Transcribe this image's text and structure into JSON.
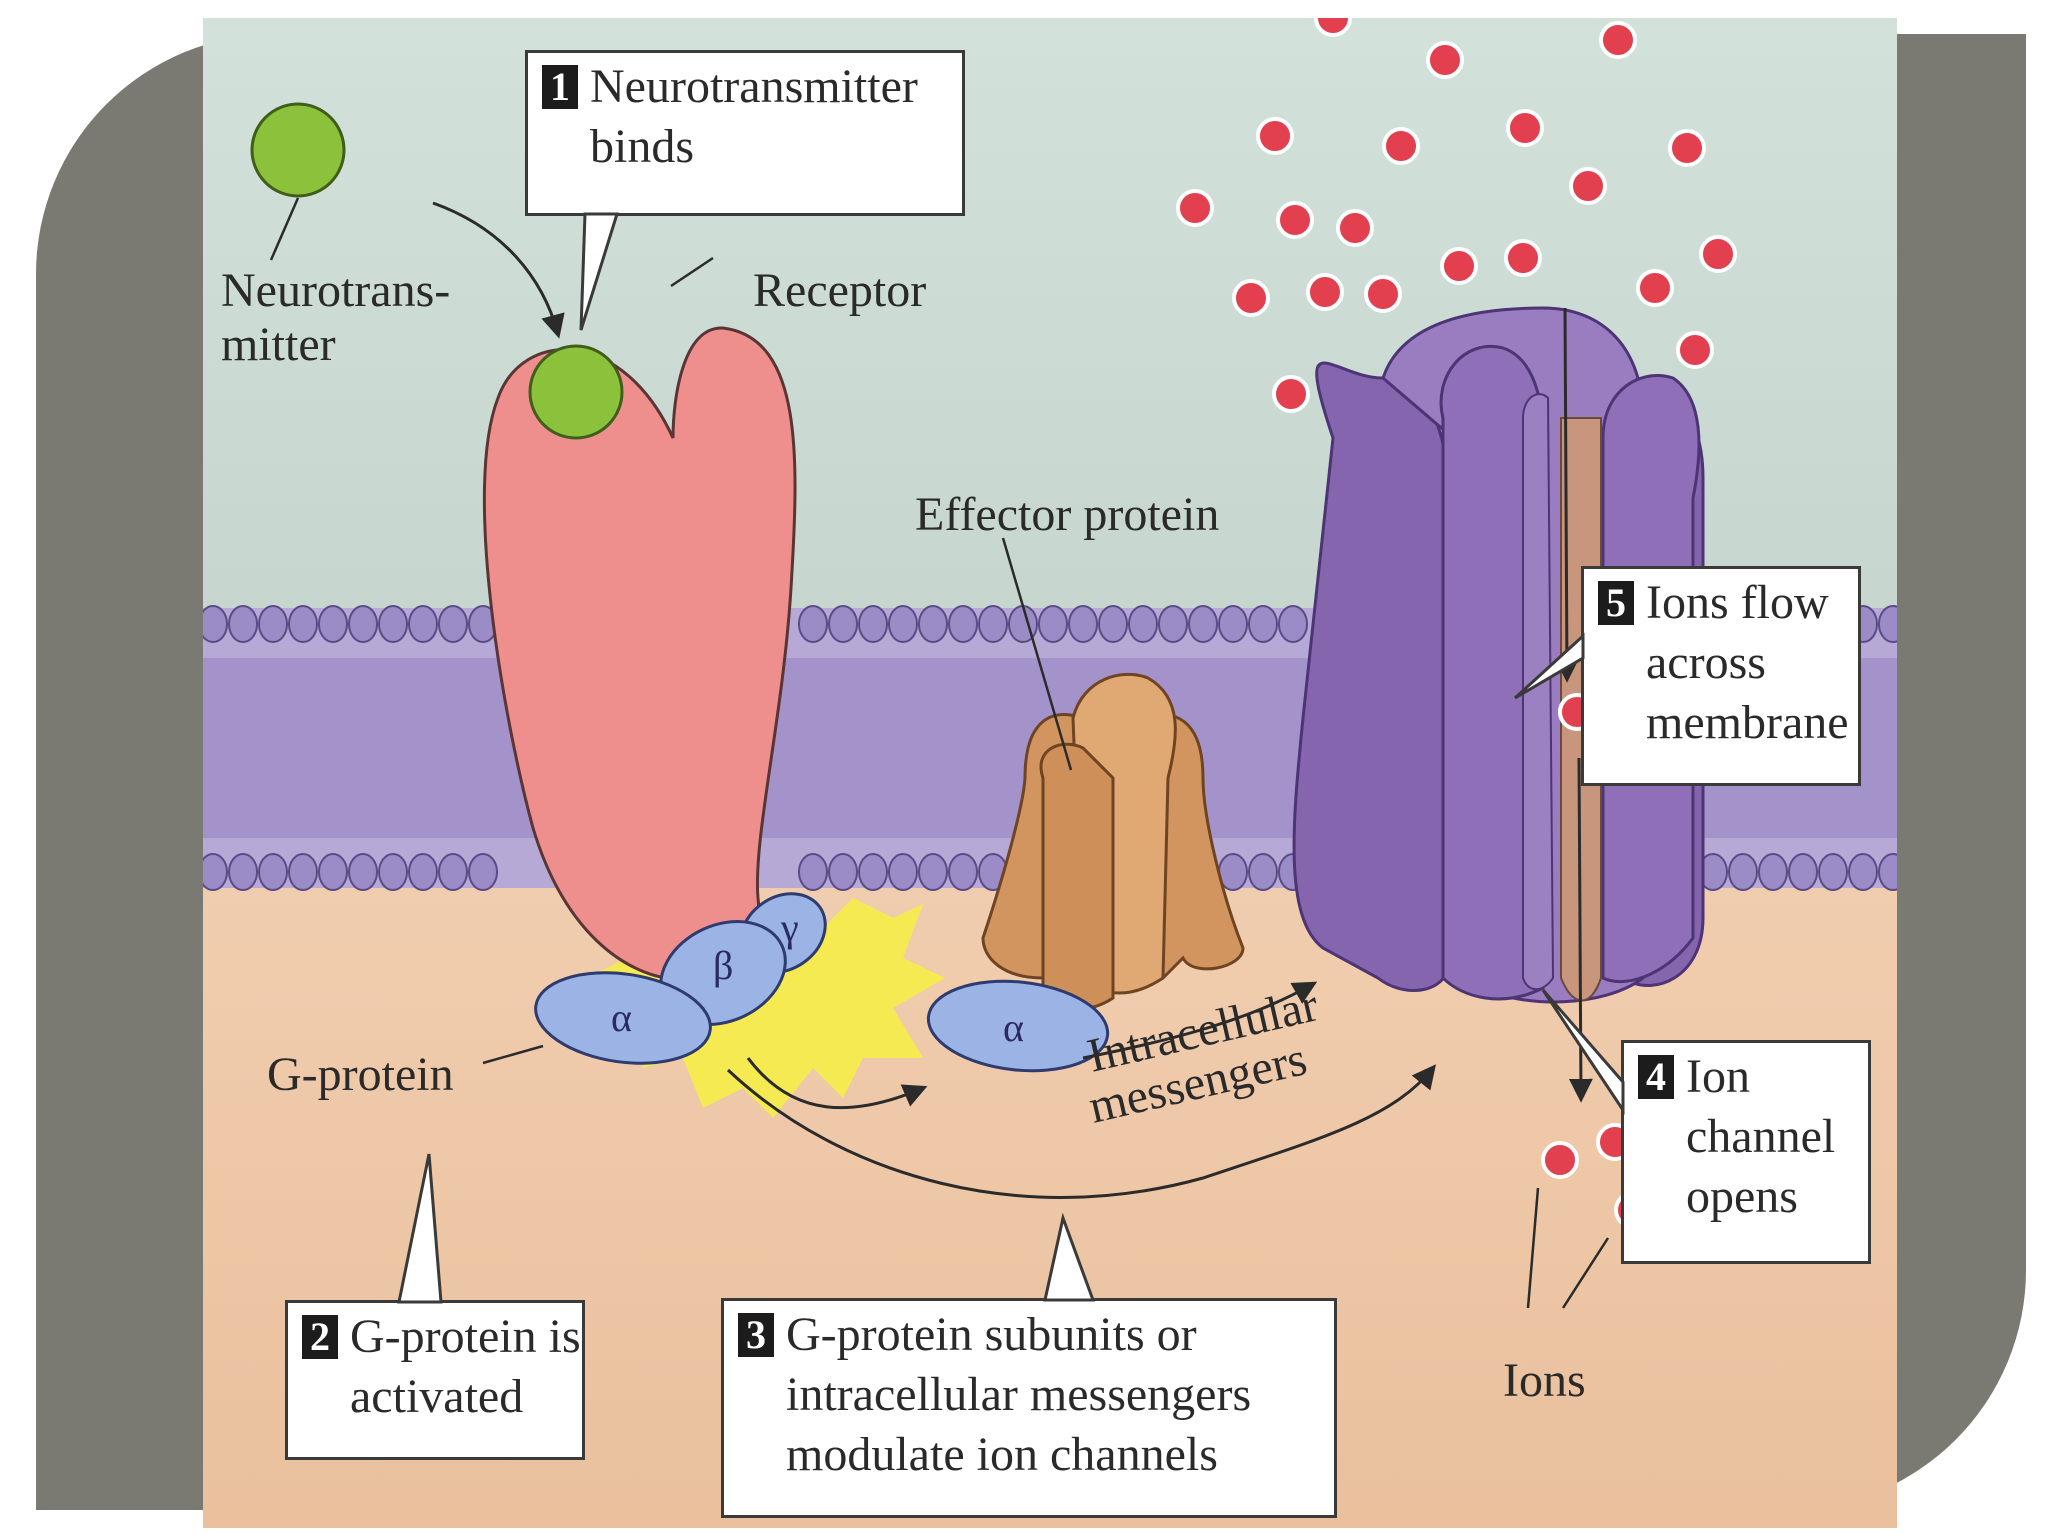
{
  "callouts": {
    "step1": {
      "number": "1",
      "lines": [
        "Neurotransmitter",
        "binds"
      ]
    },
    "step2": {
      "number": "2",
      "lines": [
        "G-protein is",
        "activated"
      ]
    },
    "step3": {
      "number": "3",
      "lines": [
        "G-protein subunits or",
        "intracellular messengers",
        "modulate ion channels"
      ]
    },
    "step4": {
      "number": "4",
      "lines": [
        "Ion",
        "channel",
        "opens"
      ]
    },
    "step5": {
      "number": "5",
      "lines": [
        "Ions flow",
        "across",
        "membrane"
      ]
    }
  },
  "labels": {
    "neurotransmitter": [
      "Neurotrans-",
      "mitter"
    ],
    "receptor": "Receptor",
    "effector_protein": "Effector protein",
    "g_protein": "G-protein",
    "intracellular_messengers": [
      "Intracellular",
      "messengers"
    ],
    "ions": "Ions"
  },
  "subunits": {
    "alpha": "α",
    "beta": "β",
    "gamma": "γ",
    "alpha2": "α"
  },
  "colors": {
    "frame": "#7a7a72",
    "extracellular": "#c8d8cf",
    "intracellular": "#efc9aa",
    "membrane": "#a79ac8",
    "receptor": "#ee8f8e",
    "neurotransmitter": "#8cc23b",
    "g_protein_subunit": "#9cb3e6",
    "activation_burst": "#f6ea53",
    "effector_protein": "#d2955f",
    "ion_channel": "#8b6bb0",
    "ion": "#e23f4f"
  }
}
